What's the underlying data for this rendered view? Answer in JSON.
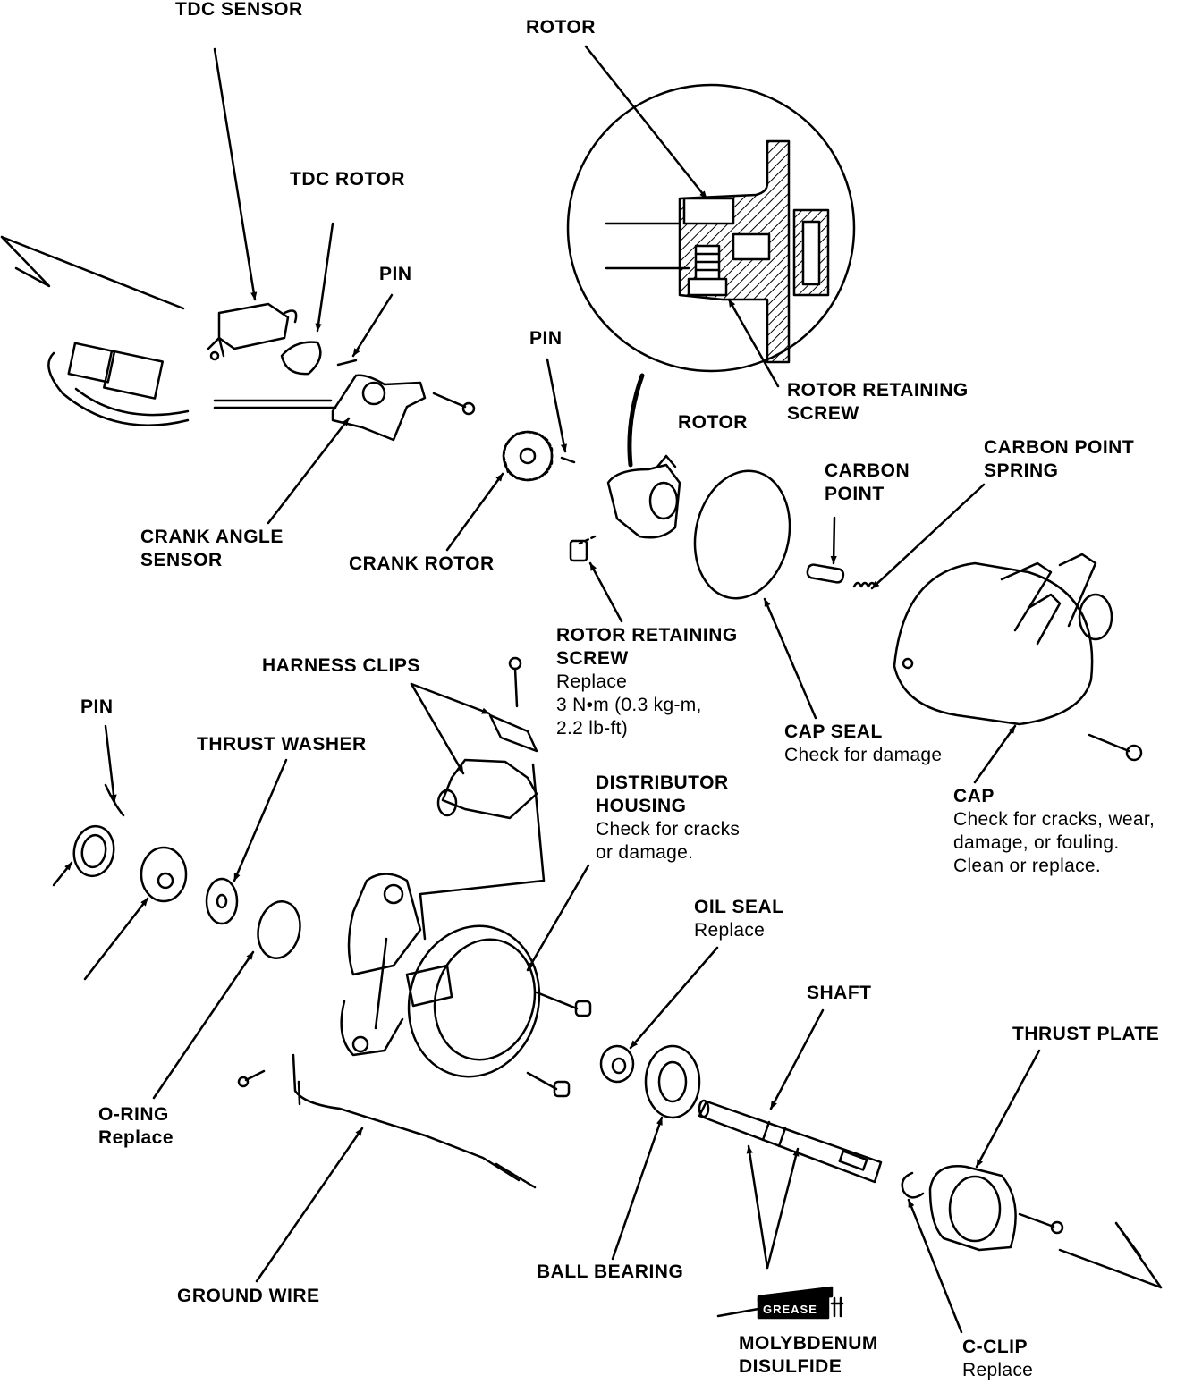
{
  "labels": {
    "tdc_sensor": {
      "title": "TDC SENSOR"
    },
    "rotor_top": {
      "title": "ROTOR"
    },
    "tdc_rotor": {
      "title": "TDC ROTOR"
    },
    "pin_top": {
      "title": "PIN"
    },
    "pin_mid": {
      "title": "PIN"
    },
    "rotor_screw_detail": {
      "line1": "ROTOR RETAINING",
      "line2": "SCREW"
    },
    "rotor_mid": {
      "title": "ROTOR"
    },
    "carbon_point": {
      "line1": "CARBON",
      "line2": "POINT"
    },
    "carbon_spring": {
      "line1": "CARBON POINT",
      "line2": "SPRING"
    },
    "crank_angle_sensor": {
      "line1": "CRANK ANGLE",
      "line2": "SENSOR"
    },
    "crank_rotor": {
      "title": "CRANK ROTOR"
    },
    "rotor_screw": {
      "line1": "ROTOR RETAINING",
      "line2": "SCREW",
      "note1": "Replace",
      "note2": "3 N•m (0.3 kg-m,",
      "note3": "2.2 lb-ft)"
    },
    "harness_clips": {
      "title": "HARNESS CLIPS"
    },
    "pin_left": {
      "title": "PIN"
    },
    "thrust_washer": {
      "title": "THRUST WASHER"
    },
    "cap_seal": {
      "title": "CAP SEAL",
      "note": "Check for damage"
    },
    "distributor_housing": {
      "line1": "DISTRIBUTOR",
      "line2": "HOUSING",
      "note1": "Check for cracks",
      "note2": "or damage."
    },
    "cap": {
      "title": "CAP",
      "note1": "Check for cracks, wear,",
      "note2": "damage, or fouling.",
      "note3": "Clean or replace."
    },
    "oil_seal": {
      "title": "OIL SEAL",
      "note": "Replace"
    },
    "shaft": {
      "title": "SHAFT"
    },
    "thrust_plate": {
      "title": "THRUST PLATE"
    },
    "o_ring": {
      "title": "O-RING",
      "note": "Replace"
    },
    "ground_wire": {
      "title": "GROUND WIRE"
    },
    "ball_bearing": {
      "title": "BALL BEARING"
    },
    "molybdenum": {
      "line1": "MOLYBDENUM",
      "line2": "DISULFIDE"
    },
    "c_clip": {
      "title": "C-CLIP",
      "note": "Replace"
    }
  },
  "grease_tube": {
    "text": "GREASE"
  }
}
